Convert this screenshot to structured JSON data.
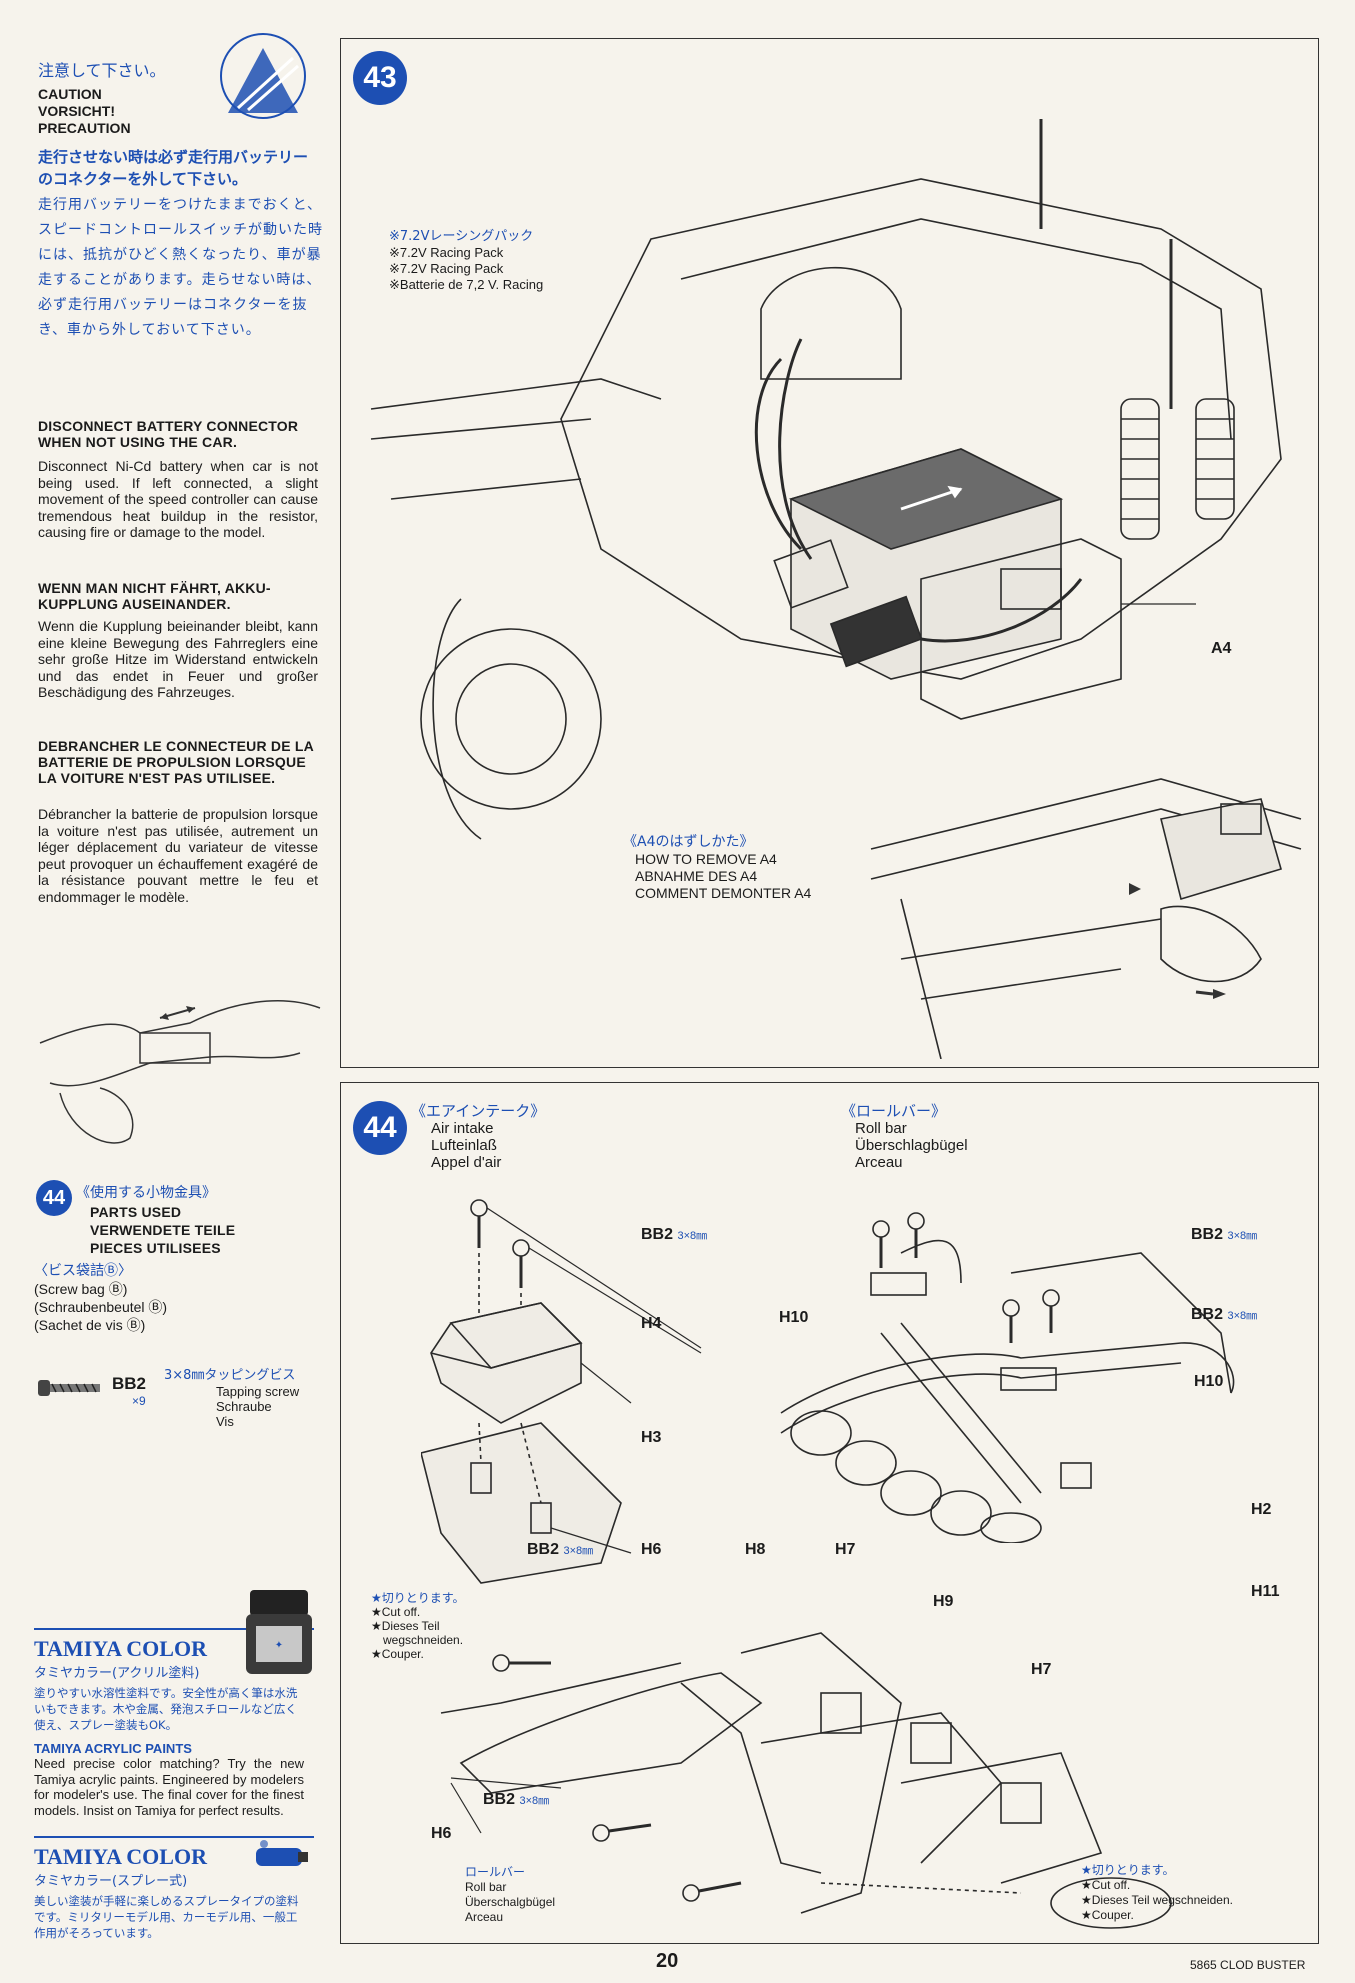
{
  "sidebar": {
    "caution_jp": "注意して下さい。",
    "caution_words": [
      "CAUTION",
      "VORSICHT!",
      "PRECAUTION"
    ],
    "jp_headline": "走行させない時は必ず走行用バッテリーのコネクターを外して下さい。",
    "jp_body": "走行用バッテリーをつけたままでおくと、スピードコントロールスイッチが動いた時には、抵抗がひどく熱くなったり、車が暴走することがあります。走らせない時は、必ず走行用バッテリーはコネクターを抜き、車から外しておいて下さい。",
    "en_head": "DISCONNECT BATTERY CONNECTOR WHEN NOT USING THE CAR.",
    "en_body": "Disconnect Ni-Cd battery when car is not being used. If left connected, a slight movement of the speed controller can cause tremendous heat buildup in the resistor, causing fire or damage to the model.",
    "de_head": "WENN MAN NICHT FÄHRT, AKKU-KUPPLUNG AUSEINANDER.",
    "de_body": "Wenn die Kupplung beieinander bleibt, kann eine kleine Bewegung des Fahrreglers eine sehr große Hitze im Widerstand entwickeln und das endet in Feuer und großer Beschädigung des Fahrzeuges.",
    "fr_head": "DEBRANCHER LE CONNECTEUR DE LA BATTERIE DE PROPULSION LORSQUE LA VOITURE N'EST PAS UTILISEE.",
    "fr_body": "Débrancher la batterie de propulsion lorsque la voiture n'est pas utilisée, autrement un léger déplacement du variateur de vitesse peut provoquer un échauffement exagéré de la résistance pouvant mettre le feu et endommager le modèle.",
    "parts": {
      "step": "44",
      "jp_title": "《使用する小物金具》",
      "titles": [
        "PARTS USED",
        "VERWENDETE TEILE",
        "PIECES UTILISEES"
      ],
      "bag_jp": "〈ビス袋詰Ⓑ〉",
      "bags": [
        "(Screw bag Ⓑ)",
        "(Schraubenbeutel Ⓑ)",
        "(Sachet de vis Ⓑ)"
      ],
      "screw_code": "BB2",
      "screw_qty": "×9",
      "screw_size_jp": "3×8㎜タッピングビス",
      "screw_names": [
        "Tapping screw",
        "Schraube",
        "Vis"
      ]
    },
    "tamiya1": {
      "brand": "TAMIYA COLOR",
      "brand_jp": "タミヤカラー(アクリル塗料)",
      "desc_jp": "塗りやすい水溶性塗料です。安全性が高く筆は水洗いもできます。木や金属、発泡スチロールなど広く使え、スプレー塗装もOK。",
      "en_head": "TAMIYA ACRYLIC PAINTS",
      "en_body": "Need precise color matching? Try the new Tamiya acrylic paints. Engineered by modelers for modeler's use. The final cover for the finest models. Insist on Tamiya for perfect results."
    },
    "tamiya2": {
      "brand": "TAMIYA COLOR",
      "brand_jp": "タミヤカラー(スプレー式)",
      "desc_jp": "美しい塗装が手軽に楽しめるスプレータイプの塗料です。ミリタリーモデル用、カーモデル用、一般工作用がそろっています。"
    }
  },
  "step43": {
    "number": "43",
    "battery_jp": "※7.2Vレーシングパック",
    "battery_lines": [
      "※7.2V Racing Pack",
      "※7.2V Racing Pack",
      "※Batterie de 7,2 V. Racing"
    ],
    "part": "A4",
    "remove_jp": "《A4のはずしかた》",
    "remove_lines": [
      "HOW TO REMOVE A4",
      "ABNAHME DES A4",
      "COMMENT DEMONTER A4"
    ]
  },
  "step44": {
    "number": "44",
    "air_jp": "《エアインテーク》",
    "air_lines": [
      "Air intake",
      "Lufteinlaß",
      "Appel d'air"
    ],
    "roll_jp": "《ロールバー》",
    "roll_lines": [
      "Roll bar",
      "Überschlagbügel",
      "Arceau"
    ],
    "screw": "BB2",
    "screw_size": "3×8㎜",
    "parts": [
      "H4",
      "H3",
      "H10",
      "H10",
      "H2",
      "H11",
      "H6",
      "H8",
      "H7",
      "H9",
      "H7",
      "H6"
    ],
    "cut_jp": "★切りとります。",
    "cut_lines": [
      "★Cut off.",
      "★Dieses Teil wegschneiden.",
      "★Couper."
    ],
    "cut_lines_left": [
      "★Cut off.",
      "★Dieses Teil",
      "wegschneiden.",
      "★Couper."
    ],
    "roll_bottom_jp": "ロールバー",
    "roll_bottom": [
      "Roll bar",
      "Überschalgbügel",
      "Arceau"
    ]
  },
  "footer": {
    "page": "20",
    "code": "5865 CLOD BUSTER"
  }
}
